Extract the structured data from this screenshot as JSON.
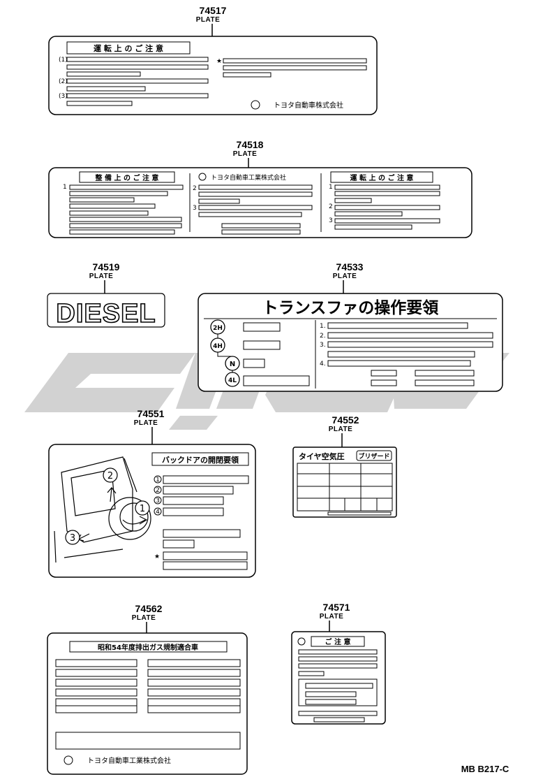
{
  "parts": [
    {
      "id": "p1",
      "number": "74517",
      "label": "PLATE"
    },
    {
      "id": "p2",
      "number": "74518",
      "label": "PLATE"
    },
    {
      "id": "p3",
      "number": "74519",
      "label": "PLATE"
    },
    {
      "id": "p4",
      "number": "74533",
      "label": "PLATE"
    },
    {
      "id": "p5",
      "number": "74551",
      "label": "PLATE"
    },
    {
      "id": "p6",
      "number": "74552",
      "label": "PLATE"
    },
    {
      "id": "p7",
      "number": "74562",
      "label": "PLATE"
    },
    {
      "id": "p8",
      "number": "74571",
      "label": "PLATE"
    }
  ],
  "plates": {
    "p1": {
      "heading": "運 転 上 の ご 注 意",
      "maker": "トヨタ自動車株式会社",
      "nums": [
        "(1)",
        "(2)",
        "(3)"
      ],
      "star": "★"
    },
    "p2": {
      "left_heading": "整 備 上 の ご 注 意",
      "maker": "トヨタ自動車工業株式会社",
      "right_heading": "運 転 上 の ご 注 意",
      "nums_left": [
        "1"
      ],
      "nums_mid": [
        "2",
        "3"
      ],
      "nums_right": [
        "1",
        "2",
        "3"
      ]
    },
    "p3": {
      "text": "DIESEL"
    },
    "p4": {
      "title": "トランスファの操作要領",
      "modes": [
        "2H",
        "4H",
        "N",
        "4L"
      ],
      "items": [
        "1.",
        "2.",
        "3.",
        "4."
      ]
    },
    "p5": {
      "title": "バックドアの開閉要領",
      "steps": [
        "1",
        "2",
        "3",
        "4"
      ],
      "diagram_steps": [
        "2",
        "1",
        "3"
      ],
      "star": "★"
    },
    "p6": {
      "title": "タイヤ空気圧",
      "sub": "ブリザード"
    },
    "p7": {
      "title": "昭和54年度排出ガス規制適合車",
      "maker": "トヨタ自動車工業株式会社"
    },
    "p8": {
      "title": "ご 注 意"
    }
  },
  "footer": {
    "ref": "MB B217-C"
  },
  "watermark": {
    "color": "#d0d0d0"
  }
}
